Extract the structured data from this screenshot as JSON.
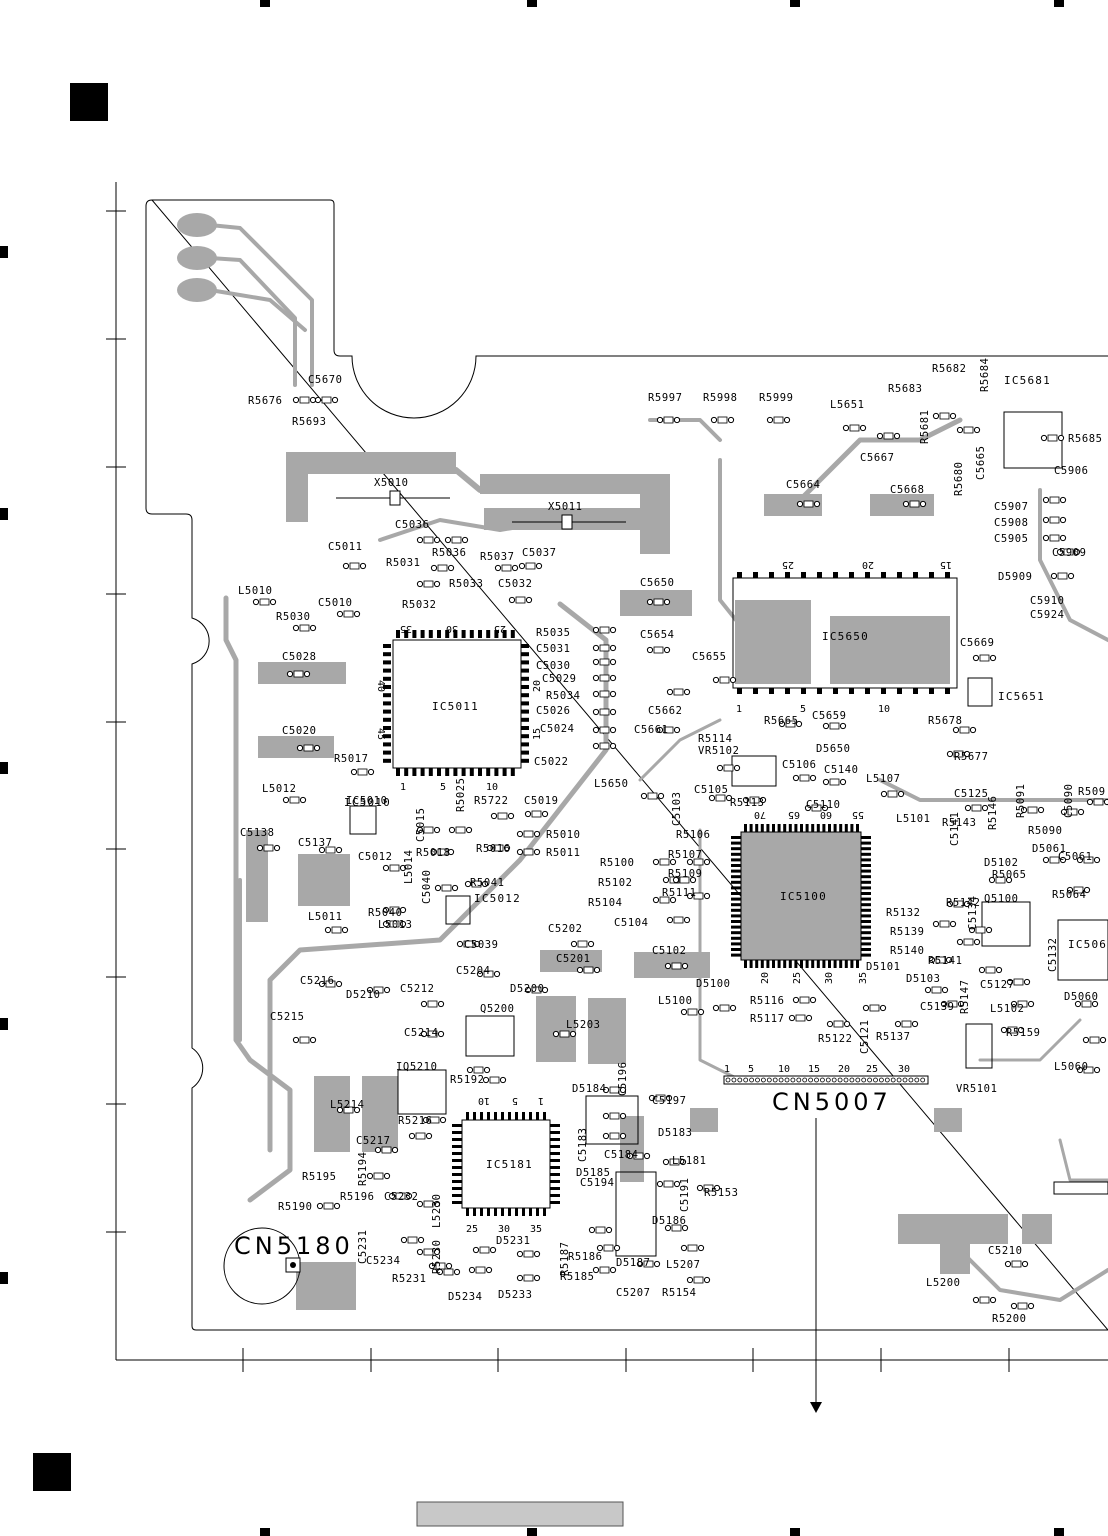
{
  "connectors": {
    "cn5007": "CN5007",
    "cn5180": "CN5180"
  },
  "ics": {
    "ic5011": "IC5011",
    "ic5650": "IC5650",
    "ic5100": "IC5100",
    "ic5181": "IC5181",
    "ic5681": "IC5681",
    "ic5651": "IC5651",
    "ic5010": "IC5010",
    "ic5012": "IC5012",
    "ic506": "IC506"
  },
  "crystals": {
    "x5010": "X5010",
    "x5011": "X5011"
  },
  "pins": {
    "ic5011_top": [
      "35",
      "30",
      "25"
    ],
    "ic5011_bottom": [
      "1",
      "5",
      "10"
    ],
    "ic5011_left": [
      "40",
      "45"
    ],
    "ic5011_right": [
      "20",
      "15"
    ],
    "ic5650_top": [
      "25",
      "20",
      "15"
    ],
    "ic5650_bottom": [
      "1",
      "5",
      "10"
    ],
    "ic5100_top": [
      "70",
      "65",
      "60",
      "55"
    ],
    "ic5100_bottom": [
      "20",
      "25",
      "30",
      "35"
    ],
    "ic5181_top": [
      "10",
      "5",
      "1"
    ],
    "ic5181_bottom": [
      "25",
      "30",
      "35"
    ],
    "cn5007": [
      "1",
      "5",
      "10",
      "15",
      "20",
      "25",
      "30"
    ]
  },
  "labels": [
    {
      "t": "R5676"
    },
    {
      "t": "C5670"
    },
    {
      "t": "R5693"
    },
    {
      "t": "R5997"
    },
    {
      "t": "R5998"
    },
    {
      "t": "R5999"
    },
    {
      "t": "L5651"
    },
    {
      "t": "C5667"
    },
    {
      "t": "R5683"
    },
    {
      "t": "R5682"
    },
    {
      "t": "R5681"
    },
    {
      "t": "R5684"
    },
    {
      "t": "R5680"
    },
    {
      "t": "C5665"
    },
    {
      "t": "R5685"
    },
    {
      "t": "C5906"
    },
    {
      "t": "C5907"
    },
    {
      "t": "C5908"
    },
    {
      "t": "C5905"
    },
    {
      "t": "C5909"
    },
    {
      "t": "D5909"
    },
    {
      "t": "C5910"
    },
    {
      "t": "C5924"
    },
    {
      "t": "C5664"
    },
    {
      "t": "C5668"
    },
    {
      "t": "C5036"
    },
    {
      "t": "R5036"
    },
    {
      "t": "C5011"
    },
    {
      "t": "R5031"
    },
    {
      "t": "R5033"
    },
    {
      "t": "R5032"
    },
    {
      "t": "R5037"
    },
    {
      "t": "C5037"
    },
    {
      "t": "C5032"
    },
    {
      "t": "L5010"
    },
    {
      "t": "R5030"
    },
    {
      "t": "C5010"
    },
    {
      "t": "C5650"
    },
    {
      "t": "R5035"
    },
    {
      "t": "C5031"
    },
    {
      "t": "C5030"
    },
    {
      "t": "C5029"
    },
    {
      "t": "R5034"
    },
    {
      "t": "C5026"
    },
    {
      "t": "C5024"
    },
    {
      "t": "C5022"
    },
    {
      "t": "C5654"
    },
    {
      "t": "C5655"
    },
    {
      "t": "C5662"
    },
    {
      "t": "C5661"
    },
    {
      "t": "C5669"
    },
    {
      "t": "C5028"
    },
    {
      "t": "C5020"
    },
    {
      "t": "R5017"
    },
    {
      "t": "R5665"
    },
    {
      "t": "C5659"
    },
    {
      "t": "R5678"
    },
    {
      "t": "R5677"
    },
    {
      "t": "R5114"
    },
    {
      "t": "VR5102"
    },
    {
      "t": "D5650"
    },
    {
      "t": "C5106"
    },
    {
      "t": "C5140"
    },
    {
      "t": "L5107"
    },
    {
      "t": "L5012"
    },
    {
      "t": "IC5010"
    },
    {
      "t": "C5015"
    },
    {
      "t": "R5025"
    },
    {
      "t": "R5722"
    },
    {
      "t": "C5019"
    },
    {
      "t": "L5650"
    },
    {
      "t": "C5103"
    },
    {
      "t": "C5105"
    },
    {
      "t": "R5113"
    },
    {
      "t": "C5110"
    },
    {
      "t": "C5125"
    },
    {
      "t": "R5146"
    },
    {
      "t": "R5091"
    },
    {
      "t": "C5090"
    },
    {
      "t": "R5090"
    },
    {
      "t": "R509"
    },
    {
      "t": "C5138"
    },
    {
      "t": "C5137"
    },
    {
      "t": "C5012"
    },
    {
      "t": "R5018"
    },
    {
      "t": "R5016"
    },
    {
      "t": "R5010"
    },
    {
      "t": "R5011"
    },
    {
      "t": "R5106"
    },
    {
      "t": "R5107"
    },
    {
      "t": "R5100"
    },
    {
      "t": "R5109"
    },
    {
      "t": "R5102"
    },
    {
      "t": "R5111"
    },
    {
      "t": "R5104"
    },
    {
      "t": "C5104"
    },
    {
      "t": "L5101"
    },
    {
      "t": "R5143"
    },
    {
      "t": "C5141"
    },
    {
      "t": "D5102"
    },
    {
      "t": "R5065"
    },
    {
      "t": "D5061"
    },
    {
      "t": "C5061"
    },
    {
      "t": "R5064"
    },
    {
      "t": "L5014"
    },
    {
      "t": "C5040"
    },
    {
      "t": "R5041"
    },
    {
      "t": "R5040"
    },
    {
      "t": "L5011"
    },
    {
      "t": "L5013"
    },
    {
      "t": "C5039"
    },
    {
      "t": "C5202"
    },
    {
      "t": "C5201"
    },
    {
      "t": "C5102"
    },
    {
      "t": "R5142"
    },
    {
      "t": "Q5100"
    },
    {
      "t": "C5134"
    },
    {
      "t": "R5132"
    },
    {
      "t": "R5139"
    },
    {
      "t": "R5140"
    },
    {
      "t": "D5101"
    },
    {
      "t": "R5141"
    },
    {
      "t": "D5103"
    },
    {
      "t": "C5139"
    },
    {
      "t": "R5147"
    },
    {
      "t": "C5127"
    },
    {
      "t": "L5102"
    },
    {
      "t": "C5132"
    },
    {
      "t": "D5060"
    },
    {
      "t": "C5216"
    },
    {
      "t": "D5210"
    },
    {
      "t": "C5212"
    },
    {
      "t": "C5204"
    },
    {
      "t": "D5200"
    },
    {
      "t": "Q5200"
    },
    {
      "t": "L5203"
    },
    {
      "t": "D5100"
    },
    {
      "t": "L5100"
    },
    {
      "t": "R5116"
    },
    {
      "t": "R5117"
    },
    {
      "t": "R5122"
    },
    {
      "t": "C5121"
    },
    {
      "t": "R5137"
    },
    {
      "t": "R5159"
    },
    {
      "t": "VR5101"
    },
    {
      "t": "L5060"
    },
    {
      "t": "C5215"
    },
    {
      "t": "C5214"
    },
    {
      "t": "IQ5210"
    },
    {
      "t": "R5192"
    },
    {
      "t": "C5196"
    },
    {
      "t": "D5184"
    },
    {
      "t": "C5197"
    },
    {
      "t": "C5183"
    },
    {
      "t": "D5183"
    },
    {
      "t": "C5184"
    },
    {
      "t": "D5185"
    },
    {
      "t": "L5181"
    },
    {
      "t": "C5194"
    },
    {
      "t": "C5191"
    },
    {
      "t": "R5153"
    },
    {
      "t": "L5214"
    },
    {
      "t": "R5216"
    },
    {
      "t": "C5217"
    },
    {
      "t": "R5194"
    },
    {
      "t": "R5195"
    },
    {
      "t": "R5196"
    },
    {
      "t": "C5232"
    },
    {
      "t": "R5190"
    },
    {
      "t": "C5231"
    },
    {
      "t": "L5230"
    },
    {
      "t": "C5234"
    },
    {
      "t": "R5230"
    },
    {
      "t": "R5231"
    },
    {
      "t": "D5231"
    },
    {
      "t": "D5234"
    },
    {
      "t": "D5233"
    },
    {
      "t": "R5187"
    },
    {
      "t": "R5186"
    },
    {
      "t": "R5185"
    },
    {
      "t": "D5186"
    },
    {
      "t": "D5187"
    },
    {
      "t": "L5207"
    },
    {
      "t": "C5207"
    },
    {
      "t": "R5154"
    },
    {
      "t": "C5210"
    },
    {
      "t": "L5200"
    },
    {
      "t": "R5200"
    }
  ]
}
